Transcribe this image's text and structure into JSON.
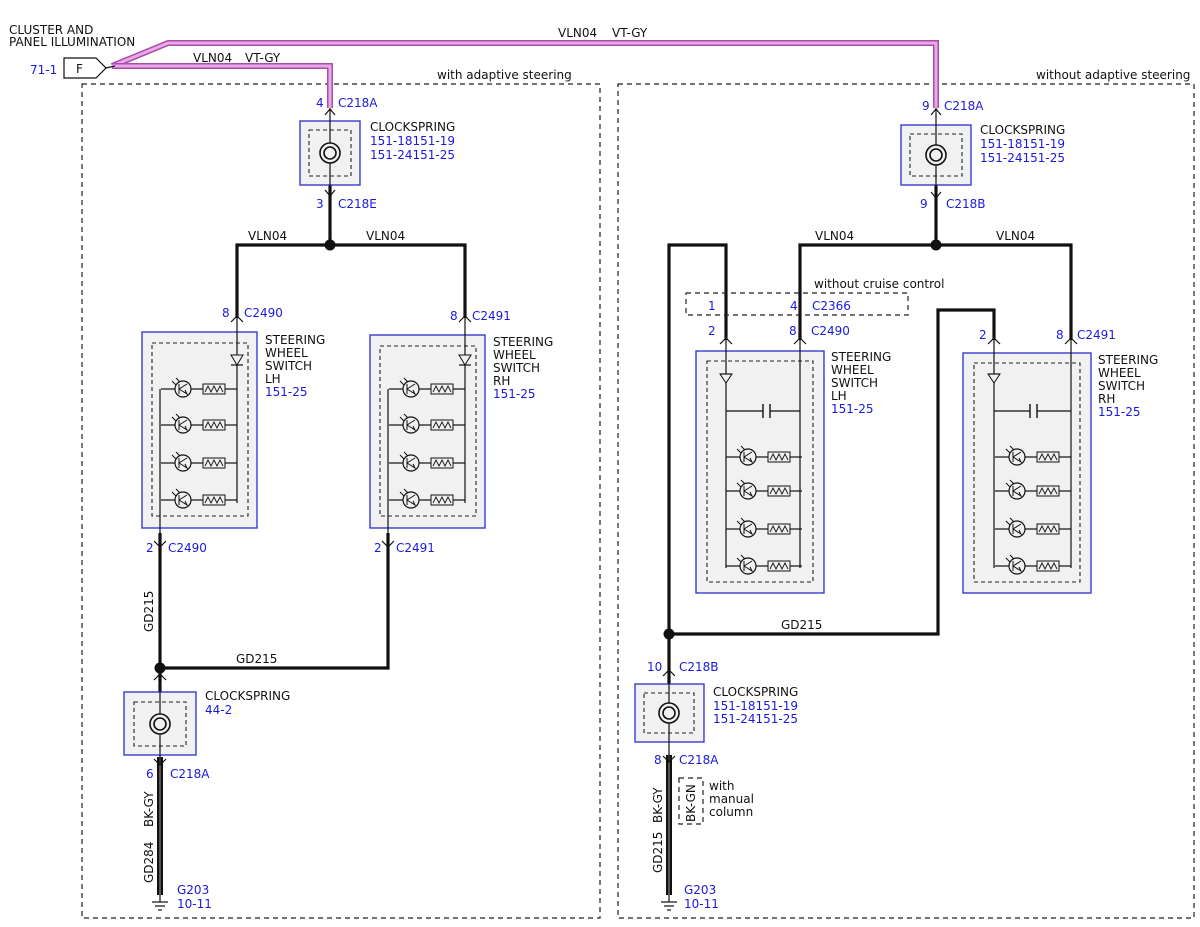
{
  "header": {
    "title_line1": "CLUSTER AND",
    "title_line2": "PANEL ILLUMINATION",
    "source_ref": "71-1",
    "source_pin": "F"
  },
  "wires": {
    "top_long": "VLN04",
    "top_long_color": "VT-GY",
    "top_short": "VLN04",
    "top_short_color": "VT-GY",
    "branch": "VLN04",
    "ground": "GD215",
    "ground_bk": "BK-GY",
    "gd284": "GD284",
    "bk_gn": "BK-GN"
  },
  "sections": {
    "left": "with adaptive steering",
    "right": "without adaptive steering"
  },
  "notes": {
    "without_cruise": "without cruise control",
    "manual1": "with",
    "manual2": "manual",
    "manual3": "column"
  },
  "components": {
    "clockspring": "CLOCKSPRING",
    "cs_ref_a": "151-18151-19",
    "cs_ref_b": "151-24151-25",
    "cs_ref_44": "44-2",
    "sw1": "STEERING",
    "sw2": "WHEEL",
    "sw3": "SWITCH",
    "lh": "LH",
    "rh": "RH",
    "sw_ref": "151-25",
    "ground": "G203",
    "ground_ref": "10-11"
  },
  "pins": {
    "l_c218a_in": {
      "pin": "4",
      "conn": "C218A"
    },
    "l_c218e": {
      "pin": "3",
      "conn": "C218E"
    },
    "l_c2490_top": {
      "pin": "8",
      "conn": "C2490"
    },
    "l_c2491_top": {
      "pin": "8",
      "conn": "C2491"
    },
    "l_c2490_bot": {
      "pin": "2",
      "conn": "C2490"
    },
    "l_c2491_bot": {
      "pin": "2",
      "conn": "C2491"
    },
    "l_c218a_out": {
      "pin": "6",
      "conn": "C218A"
    },
    "r_c218a_in": {
      "pin": "9",
      "conn": "C218A"
    },
    "r_c218b": {
      "pin": "9",
      "conn": "C218B"
    },
    "r_c2366_1": {
      "pin": "1"
    },
    "r_c2366_4": {
      "pin": "4",
      "conn": "C2366"
    },
    "r_lh_2": {
      "pin": "2"
    },
    "r_lh_8": {
      "pin": "8",
      "conn": "C2490"
    },
    "r_rh_2": {
      "pin": "2"
    },
    "r_rh_8": {
      "pin": "8",
      "conn": "C2491"
    },
    "r_c218b_in": {
      "pin": "10",
      "conn": "C218B"
    },
    "r_c218a_out": {
      "pin": "8",
      "conn": "C218A"
    }
  },
  "colors": {
    "violet_wire": "#cc66cc",
    "component_border": "#3b3bd0",
    "blue_text": "#1a1adf"
  },
  "icons": [
    "clockspring-icon",
    "led-icon",
    "resistor-icon",
    "diode-icon",
    "capacitor-icon",
    "ground-icon",
    "splice-icon"
  ]
}
